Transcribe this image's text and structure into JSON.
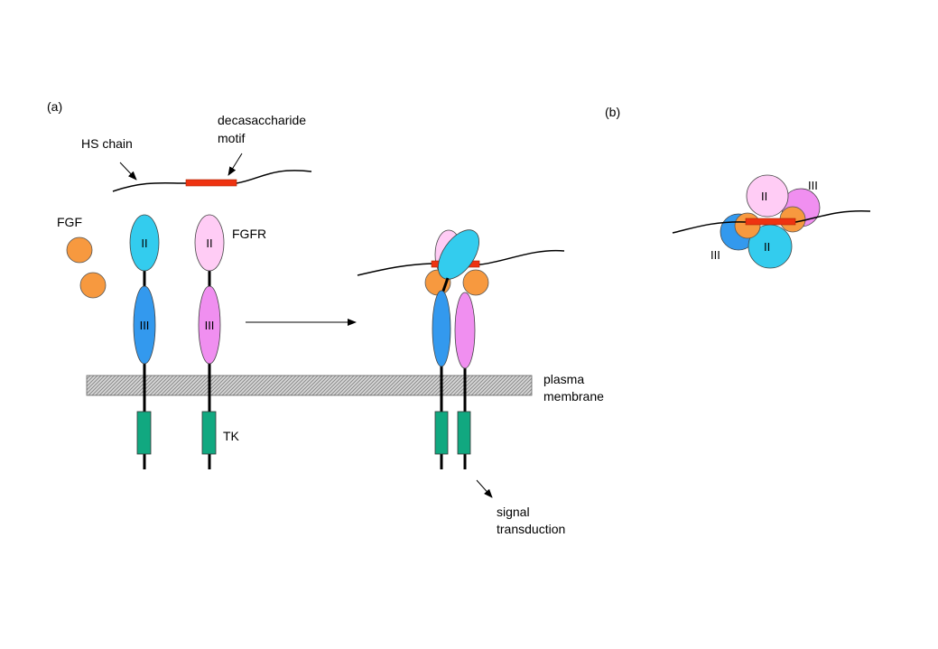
{
  "panel_a": {
    "label": "(a)",
    "hs_chain_label": "HS chain",
    "decasaccharide_label_line1": "decasaccharide",
    "decasaccharide_label_line2": "motif",
    "fgf_label": "FGF",
    "fgfr_label": "FGFR",
    "domain_II": "II",
    "domain_III": "III",
    "tk_label": "TK",
    "membrane_label_line1": "plasma",
    "membrane_label_line2": "membrane",
    "signal_label_line1": "signal",
    "signal_label_line2": "transduction"
  },
  "panel_b": {
    "label": "(b)",
    "domain_II": "II",
    "domain_III": "III"
  },
  "colors": {
    "fgf": "#f7993f",
    "receptor1_d2": "#33ccee",
    "receptor1_d3": "#3399ee",
    "receptor2_d2": "#ffccf5",
    "receptor2_d3": "#f08ff0",
    "tk": "#11a880",
    "motif": "#ee3311",
    "membrane": "#d0d0d0"
  }
}
